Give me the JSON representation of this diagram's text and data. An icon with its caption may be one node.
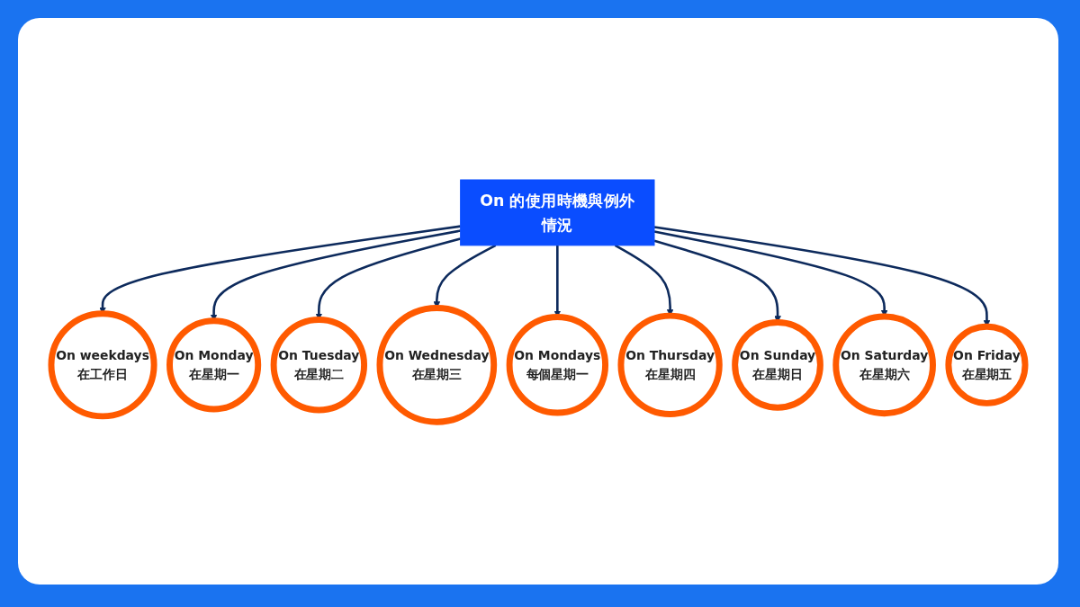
{
  "diagram": {
    "nodes": [
      {
        "text": [
          "On 的使用時機與例外情況"
        ]
      },
      {
        "text": [
          "On Monday",
          "在星期一"
        ]
      },
      {
        "text": [
          "On Tuesday",
          "在星期二"
        ]
      },
      {
        "text": [
          "On weekdays",
          "在工作日"
        ]
      },
      {
        "text": [
          "On Wednesday",
          "在星期三"
        ]
      },
      {
        "text": [
          "On Mondays",
          "每個星期一"
        ]
      },
      {
        "text": [
          "On Thursday",
          "在星期四"
        ]
      },
      {
        "text": [
          "On Sunday",
          "在星期日"
        ]
      },
      {
        "text": [
          "On Saturday",
          "在星期六"
        ]
      },
      {
        "text": [
          "On Friday",
          "在星期五"
        ]
      }
    ],
    "edges": [
      {
        "from": 0,
        "to": 3,
        "arrow": "to"
      },
      {
        "from": 0,
        "to": 1,
        "arrow": "to"
      },
      {
        "from": 0,
        "to": 2,
        "arrow": "to"
      },
      {
        "from": 0,
        "to": 4,
        "arrow": "to"
      },
      {
        "from": 0,
        "to": 5,
        "arrow": "to"
      },
      {
        "from": 0,
        "to": 6,
        "arrow": "to"
      },
      {
        "from": 0,
        "to": 7,
        "arrow": "to"
      },
      {
        "from": 0,
        "to": 8,
        "arrow": "to"
      },
      {
        "from": 0,
        "to": 9,
        "arrow": "to"
      }
    ]
  }
}
